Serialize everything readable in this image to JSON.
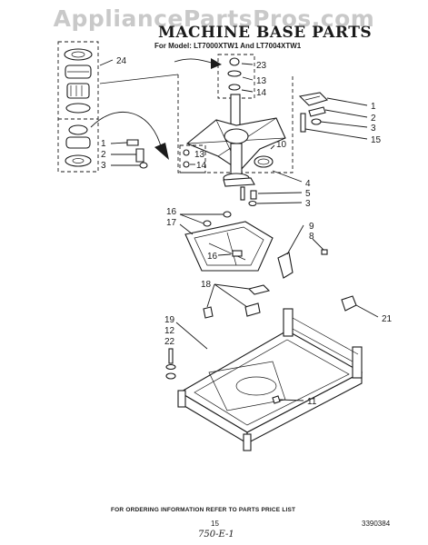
{
  "watermark": "AppliancePartsPros.com",
  "title": "MACHINE BASE PARTS",
  "subtitle": "For Model: LT7000XTW1 And LT7004XTW1",
  "footer_note": "FOR ORDERING INFORMATION REFER TO PARTS PRICE LIST",
  "page_number": "15",
  "handwritten_note": "750-E-1",
  "document_number": "3390384",
  "callouts": {
    "c24": "24",
    "c23": "23",
    "c13a": "13",
    "c14a": "14",
    "c1a": "1",
    "c2a": "2",
    "c3a": "3",
    "c15": "15",
    "c10": "10",
    "c13b": "13",
    "c14b": "14",
    "c1b": "1",
    "c2b": "2",
    "c3b": "3",
    "c4": "4",
    "c5": "5",
    "c3c": "3",
    "c16a": "16",
    "c17": "17",
    "c16b": "16",
    "c9": "9",
    "c8": "8",
    "c18": "18",
    "c21": "21",
    "c19": "19",
    "c12": "12",
    "c22": "22",
    "c11": "11"
  }
}
